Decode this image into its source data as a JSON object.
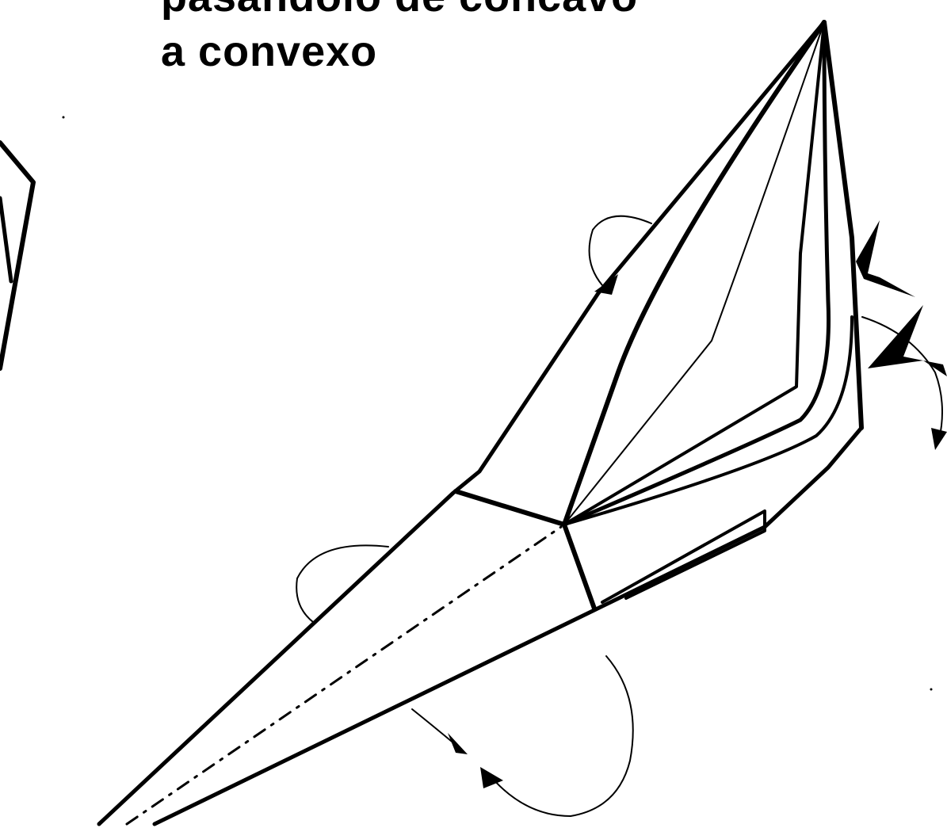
{
  "caption": {
    "line1": "pasándolo de cóncavo",
    "line2": "a convexo"
  },
  "colors": {
    "ink": "#000000",
    "paper": "#ffffff"
  },
  "figure": {
    "subject": "origami fold diagram",
    "icons": [
      "curved-arrow-icon",
      "arrowhead-icon"
    ]
  }
}
